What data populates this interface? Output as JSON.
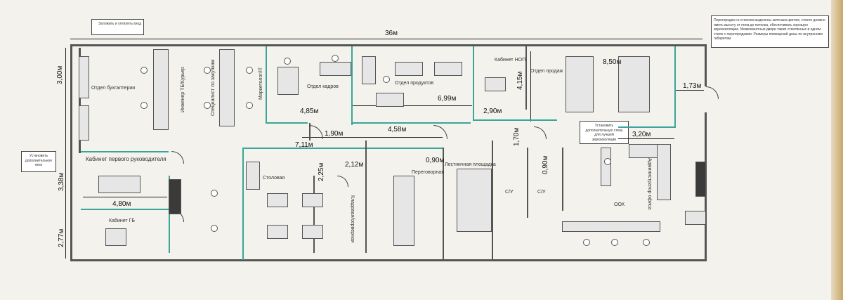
{
  "notes": {
    "seal_entrance": "Заложить и утеплить вход",
    "glass_partitions": "Перегородки со стеклом выделены зеленым цветом, стекло должно иметь высоту от пола до потолка, обеспечивать хорошую звукоизоляцию. Межкомнатные двери также стеклянные в одном стиле с перегородками. Размеры помещений даны по внутренним габаритам.",
    "extra_window": "Установить дополнительное окно",
    "extra_wall": "Установить дополнительную стену для лучшей звукоизоляции"
  },
  "rooms": {
    "accounting": "Отдел бухгалтерии",
    "safety_engineer": "Инженер ТБ/Курьер",
    "procurement": "Специалист по закупкам",
    "marketing": "Маркетолог/IT",
    "hr": "Отдел кадров",
    "products": "Отдел продуктов",
    "nop_office": "Кабинет НОП",
    "sales": "Отдел продаж",
    "ceo_office": "Кабинет первого руководителя",
    "gb_office": "Кабинет ГБ",
    "canteen": "Столовая",
    "storage": "Кладовая/серверная",
    "meeting": "Переговорная",
    "stairs": "Лестничная площадка",
    "wc1": "С/У",
    "wc2": "С/У",
    "office_admin": "Администратор офиса",
    "ook": "ООК"
  },
  "dimensions": {
    "total_length": "36м",
    "left_top": "3,00м",
    "left_mid": "3,38м",
    "left_bottom": "2,77м",
    "ceo_width": "4,80м",
    "hr_width": "4,85м",
    "products_width": "6,99м",
    "nop_width": "2,90м",
    "sales_depth": "4,15м",
    "sales_width": "8,50м",
    "entrance_width": "1,73м",
    "ook_wall": "3,20м",
    "corridor_1": "1,90м",
    "corridor_2": "4,58м",
    "canteen_width": "7,11м",
    "storage_width": "2,12м",
    "storage_depth": "2,25м",
    "meeting_door": "0,90м",
    "wc_corridor": "1,70м",
    "wc_door": "0,90м"
  },
  "colors": {
    "glass": "#3aa59a",
    "wall": "#555555"
  }
}
